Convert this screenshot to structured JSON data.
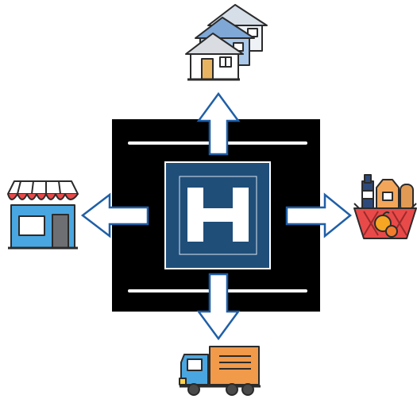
{
  "diagram": {
    "center": {
      "glyph": "H",
      "icon": "hospital-h-icon",
      "colors": {
        "pad": "#000000",
        "road_line": "#ffffff",
        "tile": "#1f4e79",
        "tile_border": "#ffffff",
        "glyph": "#ffffff"
      }
    },
    "arrow_colors": {
      "fill": "#ffffff",
      "stroke": "#1f5fa8"
    },
    "destinations": [
      {
        "direction": "up",
        "icon": "houses-icon"
      },
      {
        "direction": "left",
        "icon": "storefront-icon"
      },
      {
        "direction": "right",
        "icon": "grocery-basket-icon"
      },
      {
        "direction": "down",
        "icon": "delivery-truck-icon"
      }
    ]
  }
}
